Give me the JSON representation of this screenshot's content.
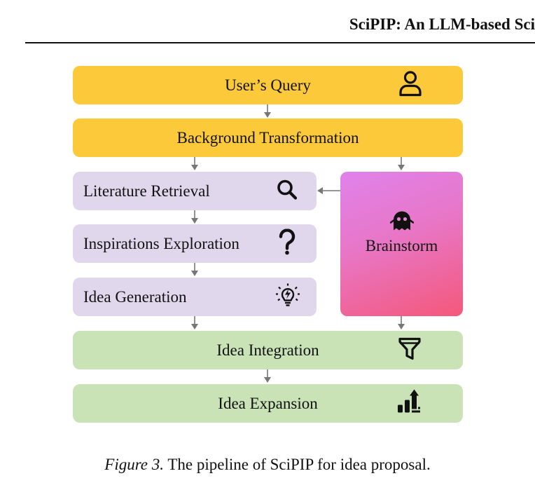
{
  "header": {
    "running_title": "SciPIP: An LLM-based Sci"
  },
  "diagram": {
    "query": "User’s Query",
    "background": "Background Transformation",
    "retrieval": "Literature Retrieval",
    "inspirations": "Inspirations Exploration",
    "generation": "Idea Generation",
    "brainstorm": "Brainstorm",
    "integration": "Idea Integration",
    "expansion": "Idea Expansion"
  },
  "caption": {
    "figure_label": "Figure 3.",
    "text": " The pipeline of SciPIP for idea proposal."
  },
  "colors": {
    "yellow": "#fcc93a",
    "purple": "#e0d7ec",
    "green": "#c9e3b7",
    "brainstorm_start": "#e082ec",
    "brainstorm_end": "#f4587a",
    "arrow": "#777777"
  },
  "icons": [
    "user-icon",
    "search-icon",
    "question-icon",
    "lightbulb-icon",
    "ghost-icon",
    "funnel-icon",
    "growth-chart-icon"
  ]
}
